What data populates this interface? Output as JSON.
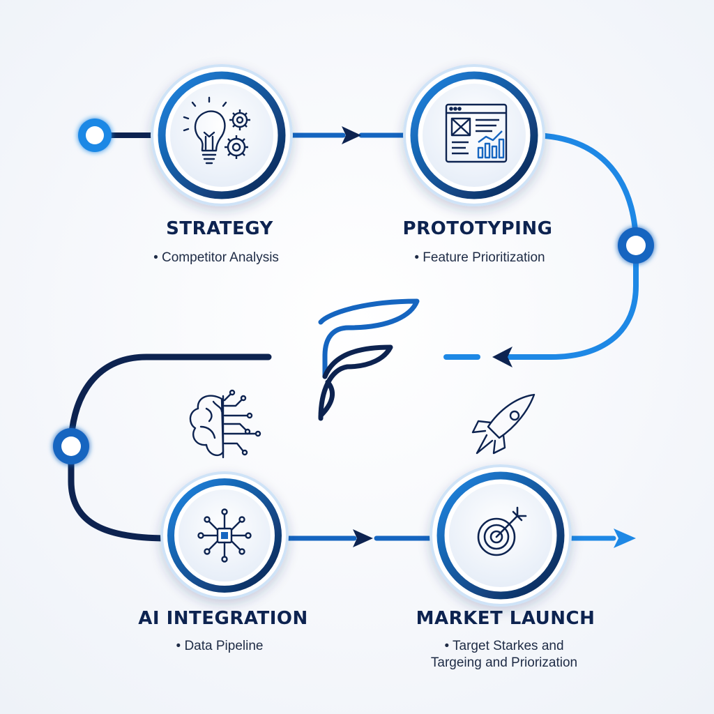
{
  "colors": {
    "navy": "#0d2350",
    "blue": "#1565c0",
    "bright_blue": "#1e88e5",
    "glow": "#4fc3f7",
    "text": "#1e2b45"
  },
  "stages": [
    {
      "id": "strategy",
      "title": "STRATEGY",
      "bullets": [
        "• Competitor Analysis"
      ],
      "icons": [
        "lightbulb-icon",
        "gears-icon"
      ]
    },
    {
      "id": "prototyping",
      "title": "PROTOTYPING",
      "bullets": [
        "• Feature Prioritization"
      ],
      "icons": [
        "wireframe-window-icon",
        "bar-chart-icon"
      ]
    },
    {
      "id": "ai-integration",
      "title": "AI INTEGRATION",
      "bullets": [
        "• Data Pipeline"
      ],
      "icons": [
        "ai-chip-network-icon",
        "brain-circuit-icon"
      ]
    },
    {
      "id": "market-launch",
      "title": "MARKET LAUNCH",
      "bullets": [
        "• Target Starkes and",
        "Targeing and Priorization"
      ],
      "icons": [
        "target-arrow-icon",
        "rocket-icon"
      ]
    }
  ],
  "center_logo": "f-logo-icon"
}
